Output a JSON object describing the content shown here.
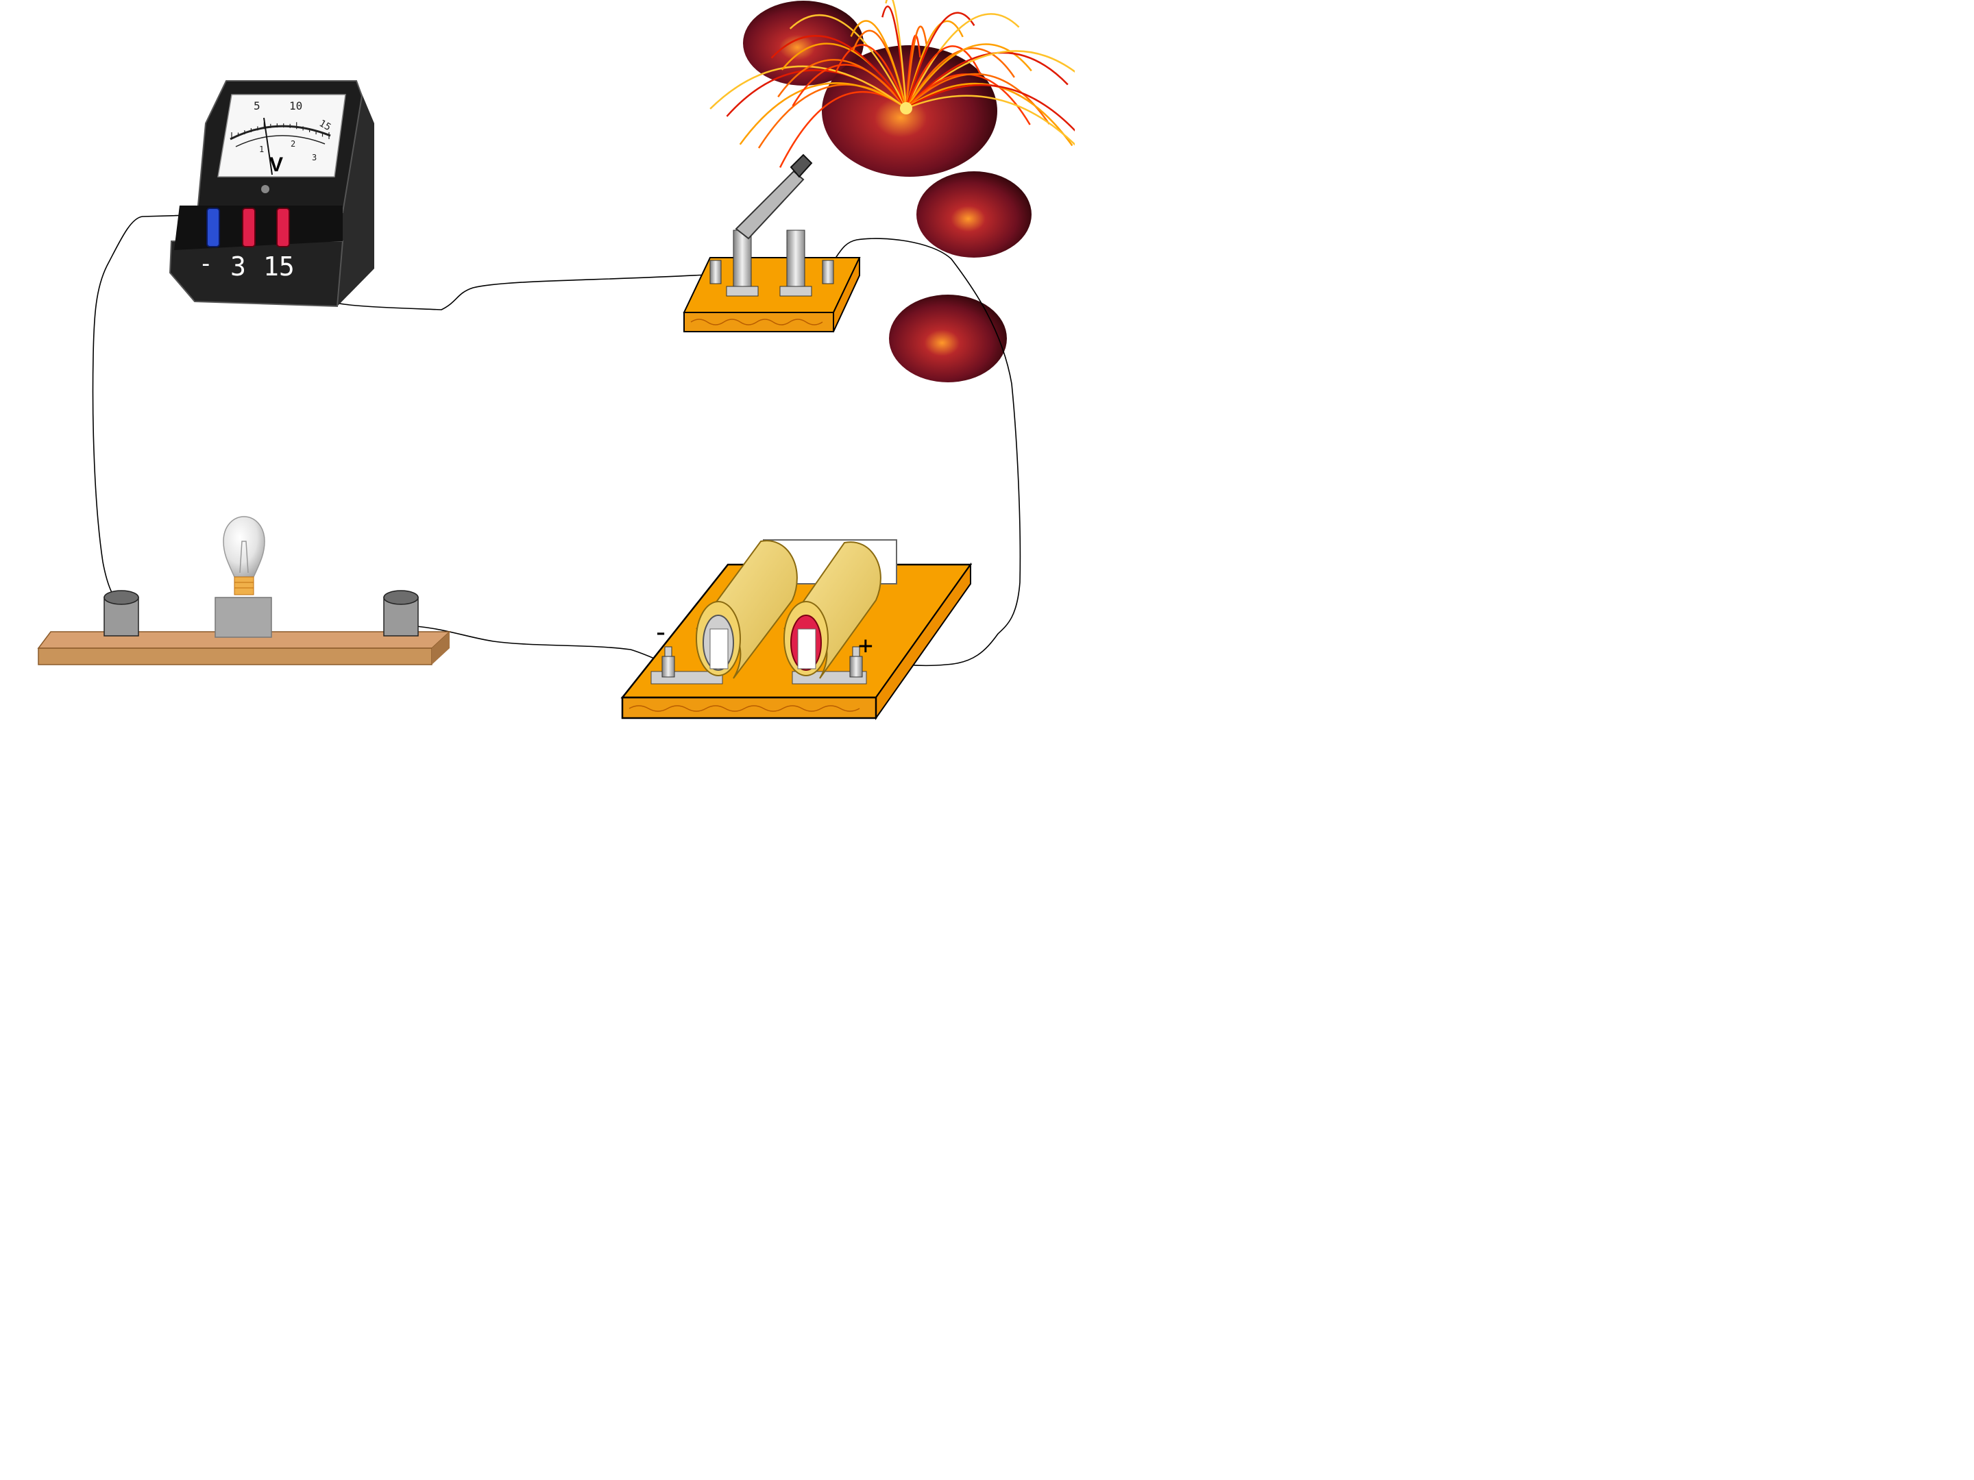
{
  "voltmeter": {
    "symbol": "V",
    "terminals": [
      "-",
      "3",
      "15"
    ],
    "dial_ticks_outer": [
      "5",
      "10",
      "15"
    ],
    "dial_ticks_inner": [
      "1",
      "2",
      "3"
    ],
    "case_color": "#1d1d1d",
    "negative_terminal_color": "#2a4fd4",
    "positive_terminal_color": "#e0204a"
  },
  "battery_box": {
    "negative_label": "-",
    "positive_label": "+",
    "cell_color": "#f2d36a",
    "board_color": "#f7a000"
  },
  "switch": {
    "board_color": "#f7a000"
  },
  "lamp_board": {
    "board_color": "#c9945a",
    "post_color": "#9a9a9a"
  },
  "spark": {
    "glow_color": "#7a0f1e",
    "ray_color": "#ff5a00"
  },
  "wire_color": "#000000"
}
